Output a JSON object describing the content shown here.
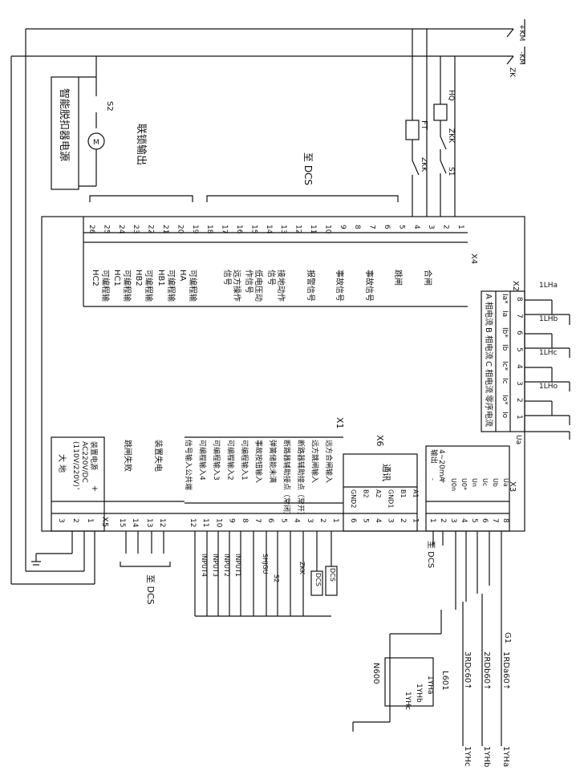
{
  "power_supply": {
    "plus": "+KM",
    "minus": "-KM",
    "switch": "ZK",
    "motor_supply_label": "智能脱扣器电源"
  },
  "top_components": {
    "s2": "S2",
    "motor": "M",
    "interlock_output": "联锁输出",
    "to_dcs": "至 DCS",
    "ft": "FT",
    "zkk_left": "ZKK",
    "hq": "HQ",
    "zkk_right": "ZKK",
    "s1": "S1"
  },
  "x4": {
    "name": "X4",
    "numbers": [
      "26",
      "25",
      "24",
      "23",
      "22",
      "21",
      "20",
      "19",
      "18",
      "17",
      "16",
      "15",
      "14",
      "13",
      "12",
      "11",
      "10",
      "9",
      "8",
      "7",
      "6",
      "5",
      "4",
      "3",
      "2",
      "1"
    ],
    "labels": [
      "可编程输\nHC2",
      "可编程输\nHC1",
      "可编程输\nHB2",
      "可编程输\nHB1",
      "可编程输\nHA",
      "远方操作\n信号",
      "低电压动\n作信号",
      "接地动作\n信号",
      "报警信号",
      "事故信号",
      "事故信号",
      "跳闸",
      "合闸"
    ]
  },
  "x2": {
    "name": "X2",
    "numbers": [
      "8",
      "7",
      "6",
      "5",
      "4",
      "3",
      "2",
      "1"
    ],
    "terminals": [
      "Ia*",
      "Ia",
      "Ib*",
      "Ib",
      "Ic*",
      "Ic",
      "Io*",
      "Io"
    ],
    "groups": [
      "A 相电流",
      "B 相电流",
      "C 相电流",
      "零序电流"
    ],
    "cts": [
      "1LHa",
      "1LHb",
      "1LHc",
      "1LHo"
    ]
  },
  "x1": {
    "name": "X1",
    "numbers": [
      "12",
      "11",
      "10",
      "9",
      "8",
      "7",
      "6",
      "5",
      "4",
      "3",
      "2",
      "1"
    ],
    "labels": [
      "信号输入公共端",
      "可编程输入4",
      "可编程输入3",
      "可编程输入2",
      "可编程输入1",
      "事故按钮输入",
      "弹簧储能未满",
      "断路器辅助接点（常闭）",
      "断路器辅助接点（常开）",
      "远方跳闸输入",
      "远方合闸输入"
    ],
    "lower_inputs": [
      "INPUT4",
      "INPUT3",
      "INPUT2",
      "INPUT1",
      "SHJGU",
      "S2",
      "ZKK",
      "DCS",
      "DCS"
    ]
  },
  "x5": {
    "name": "X5",
    "numbers": [
      "15",
      "14",
      "13",
      "12",
      "3",
      "2",
      "1"
    ],
    "labels": [
      "跳闸失败",
      "装置失电",
      "大 地",
      "装置电源\nAC220V/DC\n(110V/220V)"
    ],
    "signs": [
      "-",
      "+"
    ],
    "to_dcs": "至 DCS"
  },
  "x6": {
    "name": "X6",
    "numbers": [
      "6",
      "5",
      "4",
      "3",
      "2",
      "1"
    ],
    "terminals": [
      "GND2",
      "B2",
      "A2",
      "GND1",
      "B1",
      "A1"
    ],
    "label": "通讯"
  },
  "x3": {
    "name": "X3",
    "numbers": [
      "8",
      "7",
      "6",
      "5",
      "4",
      "3",
      "2",
      "1"
    ],
    "terminals": [
      "Ua",
      "Ub",
      "Uc",
      "Un",
      "U0*",
      "U0n",
      "+",
      "-"
    ],
    "output": "4~20mA\n输出",
    "to_dcs": "至 DCS",
    "ua": "Ua"
  },
  "pt": {
    "g1": "G1",
    "fuses": [
      "1RDa60↑",
      "2RDb60↑",
      "3RDc60↑"
    ],
    "l601": "L601",
    "n600": "N600",
    "windings": [
      "1YHa",
      "1YHb",
      "1YHc"
    ],
    "outputs": [
      "1YHa",
      "1YHb",
      "1YHc"
    ]
  }
}
